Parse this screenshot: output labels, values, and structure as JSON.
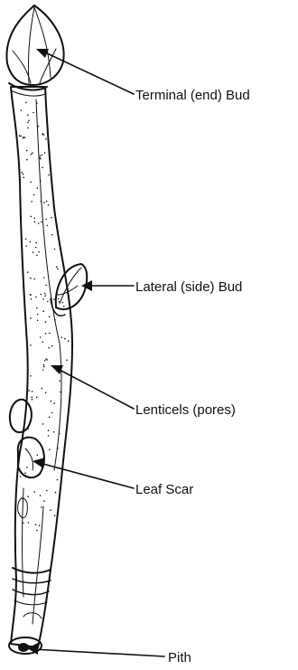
{
  "labels": {
    "terminal_bud": "Terminal (end) Bud",
    "lateral_bud": "Lateral (side) Bud",
    "lenticels": "Lenticels (pores)",
    "leaf_scar": "Leaf Scar",
    "pith": "Pith"
  },
  "colors": {
    "ink": "#111111",
    "background": "#ffffff"
  }
}
